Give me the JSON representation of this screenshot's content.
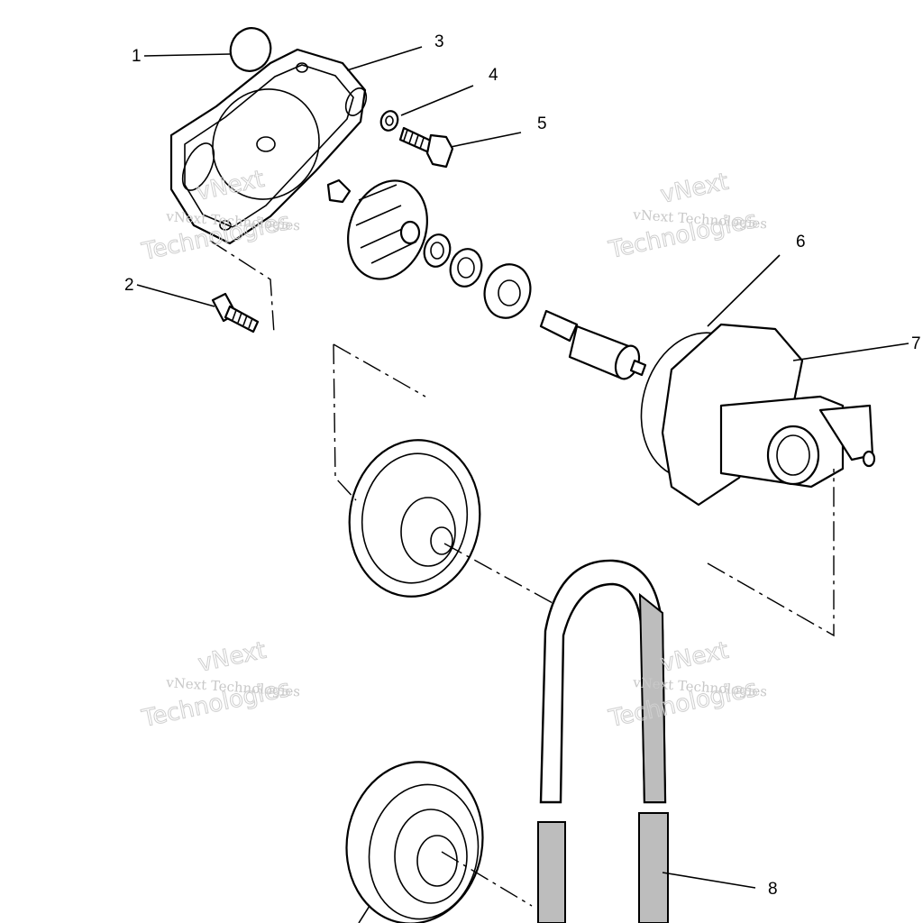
{
  "diagram": {
    "callouts": [
      "1",
      "2",
      "3",
      "4",
      "5",
      "6",
      "7",
      "8"
    ]
  },
  "watermark": {
    "line1": "vNext Technologies",
    "line2": "vNext",
    "line3": "Technologies"
  },
  "colors": {
    "line": "#000000",
    "background": "#ffffff",
    "watermark": "#c8c8c8"
  }
}
